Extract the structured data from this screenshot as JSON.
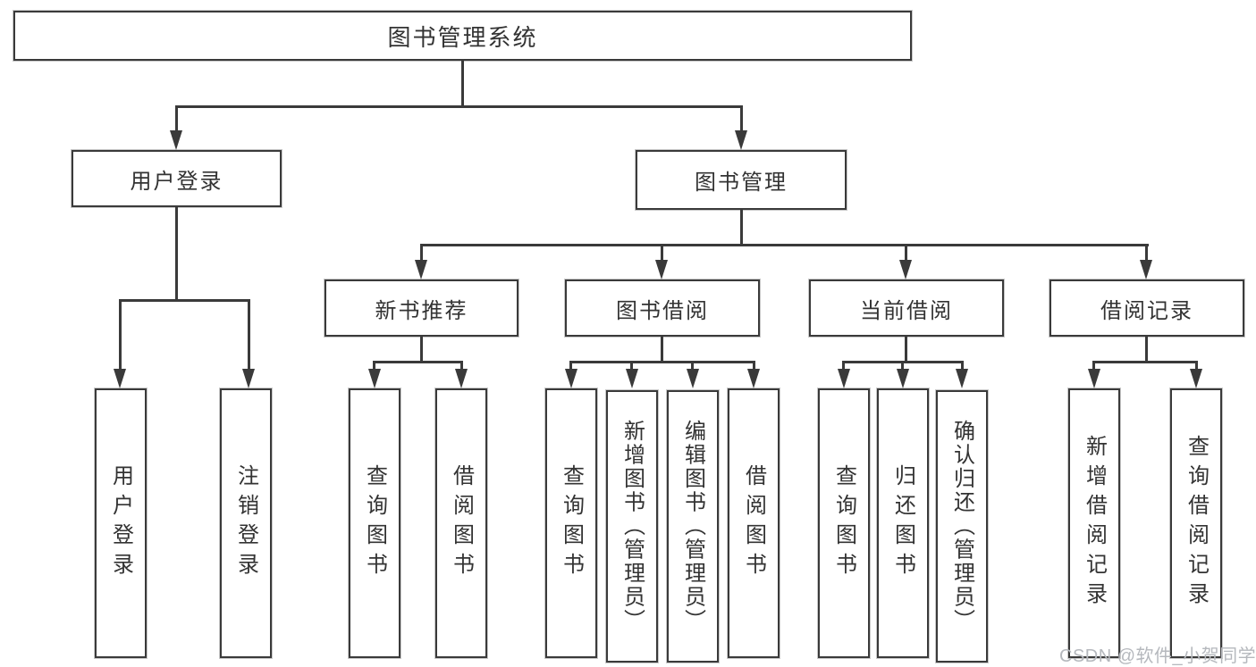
{
  "diagram": {
    "watermark": "CSDN @软件_小贺同学",
    "colors": {
      "line": "#3a3a3a",
      "text": "#333333",
      "box_background": "#ffffff",
      "watermark": "#b5b8bd"
    },
    "root": {
      "label": "图书管理系统"
    },
    "branches": [
      {
        "label": "用户登录",
        "children": [
          {
            "label": "用户登录"
          },
          {
            "label": "注销登录"
          }
        ]
      },
      {
        "label": "图书管理",
        "children": [
          {
            "label": "新书推荐",
            "children": [
              {
                "label": "查询图书"
              },
              {
                "label": "借阅图书"
              }
            ]
          },
          {
            "label": "图书借阅",
            "children": [
              {
                "label": "查询图书"
              },
              {
                "label": "新增图书（管理员）"
              },
              {
                "label": "编辑图书（管理员）"
              },
              {
                "label": "借阅图书"
              }
            ]
          },
          {
            "label": "当前借阅",
            "children": [
              {
                "label": "查询图书"
              },
              {
                "label": "归还图书"
              },
              {
                "label": "确认归还（管理员）"
              }
            ]
          },
          {
            "label": "借阅记录",
            "children": [
              {
                "label": "新增借阅记录"
              },
              {
                "label": "查询借阅记录"
              }
            ]
          }
        ]
      }
    ]
  }
}
